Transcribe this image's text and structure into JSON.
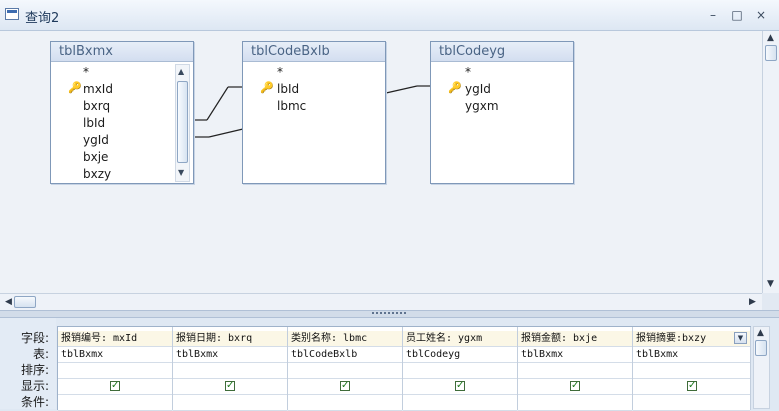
{
  "window": {
    "title": "查询2"
  },
  "window_buttons": {
    "minimize": "–",
    "restore": "□",
    "close": "×"
  },
  "tables": [
    {
      "name": "tblBxmx",
      "fields": [
        "*",
        "mxId",
        "bxrq",
        "lbId",
        "ygId",
        "bxje",
        "bxzy"
      ],
      "key_field": "mxId"
    },
    {
      "name": "tblCodeBxlb",
      "fields": [
        "*",
        "lbId",
        "lbmc"
      ],
      "key_field": "lbId"
    },
    {
      "name": "tblCodeyg",
      "fields": [
        "*",
        "ygId",
        "ygxm"
      ],
      "key_field": "ygId"
    }
  ],
  "grid": {
    "row_labels": [
      "字段:",
      "表:",
      "排序:",
      "显示:",
      "条件:"
    ],
    "columns": [
      {
        "field": "报销编号: mxId",
        "table": "tblBxmx",
        "show": true
      },
      {
        "field": "报销日期: bxrq",
        "table": "tblBxmx",
        "show": true
      },
      {
        "field": "类别名称: lbmc",
        "table": "tblCodeBxlb",
        "show": true
      },
      {
        "field": "员工姓名: ygxm",
        "table": "tblCodeyg",
        "show": true
      },
      {
        "field": "报销金额: bxje",
        "table": "tblBxmx",
        "show": true
      },
      {
        "field": "报销摘要:bxzy",
        "table": "tblBxmx",
        "show": true
      }
    ]
  },
  "icons": {
    "title": "query-window-icon",
    "key": "primary-key-icon",
    "check": "checkbox-checked-icon"
  }
}
